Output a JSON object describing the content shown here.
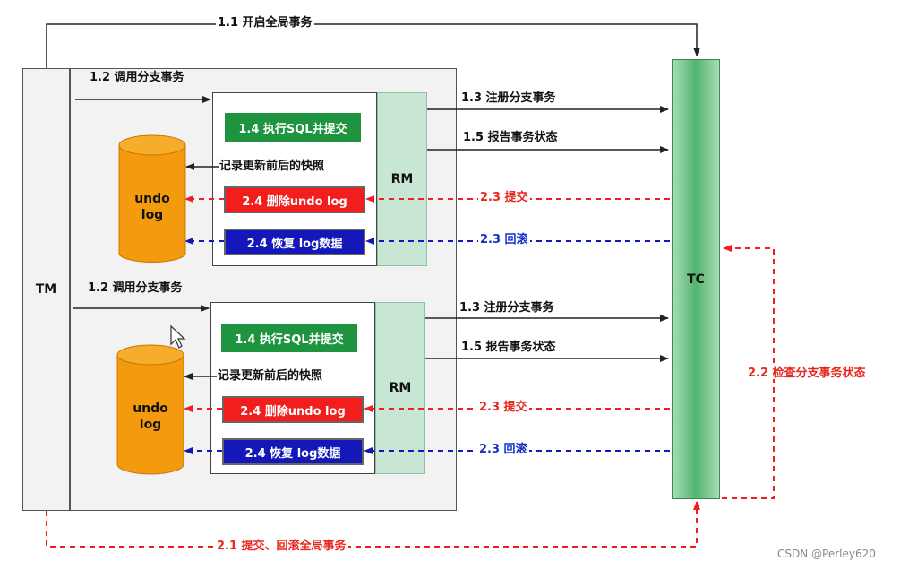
{
  "tm": {
    "label": "TM"
  },
  "tc": {
    "label": "TC"
  },
  "global": {
    "begin": "1.1 开启全局事务",
    "commit_rollback": "2.1 提交、回滚全局事务",
    "check_status": "2.2 检查分支事务状态"
  },
  "branches": [
    {
      "call": "1.2 调用分支事务",
      "execute": "1.4 执行SQL并提交",
      "snapshot": "记录更新前后的快照",
      "delete": "2.4 删除undo log",
      "restore": "2.4 恢复 log数据",
      "rm": "RM",
      "undo": [
        "undo",
        "log"
      ],
      "register": "1.3 注册分支事务",
      "report": "1.5 报告事务状态",
      "commit": "2.3 提交",
      "rollback": "2.3 回滚"
    },
    {
      "call": "1.2 调用分支事务",
      "execute": "1.4 执行SQL并提交",
      "snapshot": "记录更新前后的快照",
      "delete": "2.4 删除undo log",
      "restore": "2.4 恢复 log数据",
      "rm": "RM",
      "undo": [
        "undo",
        "log"
      ],
      "register": "1.3 注册分支事务",
      "report": "1.5 报告事务状态",
      "commit": "2.3 提交",
      "rollback": "2.3 回滚"
    }
  ],
  "watermark": "CSDN @Perley620",
  "colors": {
    "green": "#1e9440",
    "red": "#f21d1d",
    "blue": "#1418b8",
    "tc": "#52b46e",
    "rm": "#c8e6d4"
  }
}
